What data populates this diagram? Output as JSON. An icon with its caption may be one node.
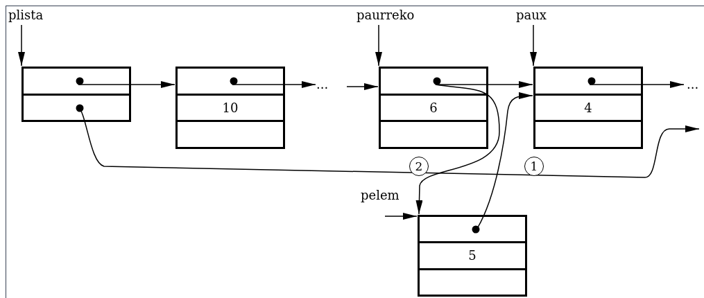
{
  "diagram": {
    "nodes": [
      {
        "text": [
          "plista"
        ]
      },
      {
        "text": [],
        "shape": "box"
      },
      {
        "text": [
          "10"
        ]
      },
      {
        "text": [
          "..."
        ]
      },
      {
        "text": [
          "paurreko"
        ]
      },
      {
        "text": [
          "6"
        ]
      },
      {
        "text": [
          "paux"
        ]
      },
      {
        "text": [
          "4"
        ]
      },
      {
        "text": [
          "..."
        ]
      },
      {
        "text": [
          "pelem"
        ]
      },
      {
        "text": [
          "5"
        ]
      }
    ],
    "edges": [
      {
        "from": 0,
        "to": 1,
        "arrow": "to"
      },
      {
        "from": 1,
        "to": 2,
        "arrow": "to"
      },
      {
        "from": 2,
        "to": 3,
        "arrow": "to"
      },
      {
        "from": 3,
        "to": 5,
        "arrow": "to"
      },
      {
        "from": 4,
        "to": 5,
        "arrow": "to"
      },
      {
        "from": 5,
        "to": 7,
        "arrow": "to"
      },
      {
        "from": 6,
        "to": 7,
        "arrow": "to"
      },
      {
        "from": 7,
        "to": 8,
        "arrow": "to"
      },
      {
        "from": 1,
        "to": null,
        "arrow": "to"
      },
      {
        "from": 5,
        "to": 10,
        "arrow": "to"
      },
      {
        "from": 10,
        "to": 7,
        "arrow": "to"
      },
      {
        "from": 9,
        "to": 10,
        "arrow": "to"
      }
    ],
    "labels": [
      "2",
      "1"
    ]
  }
}
